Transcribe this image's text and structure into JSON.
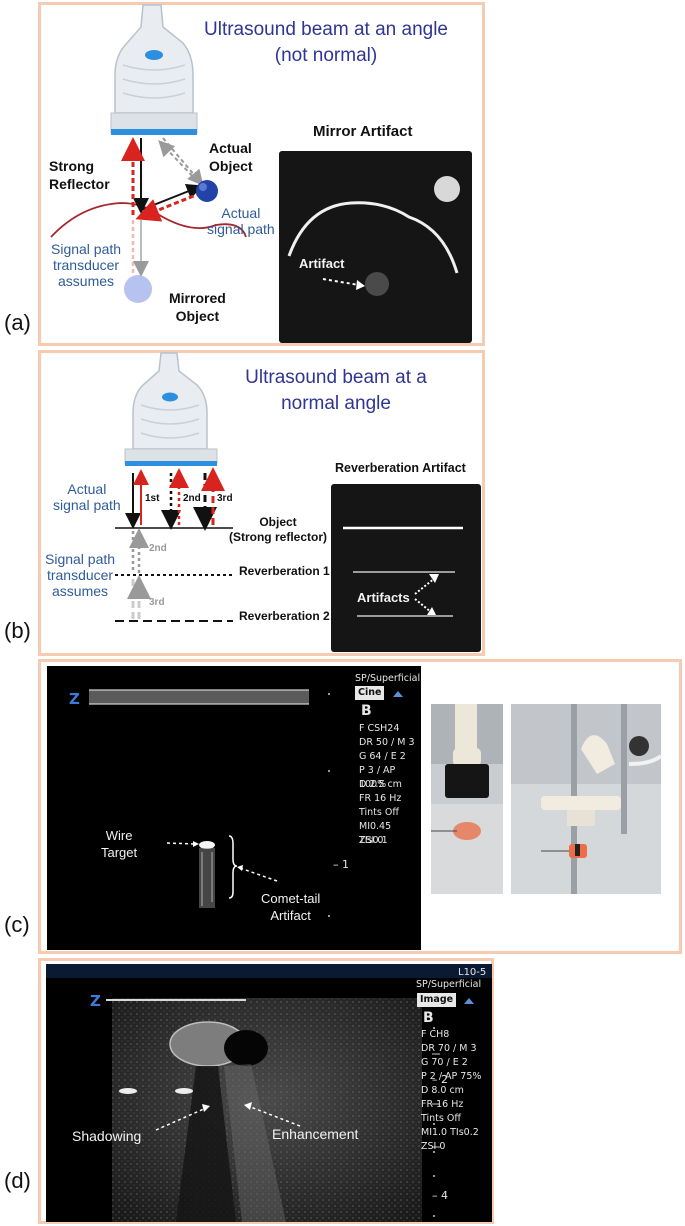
{
  "panel_a": {
    "label": "(a)",
    "title": "Ultrasound beam at an angle\n(not normal)",
    "strong_reflector": "Strong\nReflector",
    "actual_object": "Actual\nObject",
    "actual_signal_path": "Actual\nsignal path",
    "signal_path_assumes": "Signal path\ntransducer\nassumes",
    "mirrored_object": "Mirrored\nObject",
    "mirror_artifact_title": "Mirror Artifact",
    "artifact_label": "Artifact"
  },
  "panel_b": {
    "label": "(b)",
    "title": "Ultrasound beam at a\nnormal angle",
    "actual_signal_path": "Actual\nsignal path",
    "signal_path_assumes": "Signal path\ntransducer\nassumes",
    "pulse_1": "1st",
    "pulse_2": "2nd",
    "pulse_3": "3rd",
    "echo_2nd": "2nd",
    "echo_3rd": "3rd",
    "object_label": "Object\n(Strong reflector)",
    "reverb_1": "Reverberation 1",
    "reverb_2": "Reverberation 2",
    "reverb_title": "Reverberation Artifact",
    "artifacts_label": "Artifacts"
  },
  "panel_c": {
    "label": "(c)",
    "wire_target": "Wire\nTarget",
    "comet_tail": "Comet-tail\nArtifact",
    "depth_mark": "– 1",
    "readout": {
      "preset": "SP/Superficial",
      "mode_button": "Cine",
      "b_mode": "B",
      "lines": [
        "F CSH24",
        "DR 50 / M 3",
        "G 64 / E 2",
        "P 3 / AP 100%",
        "D 2.5 cm",
        "FR 16 Hz",
        "Tints Off",
        "MI0.45  TIs0.1",
        "ZSI 0"
      ]
    }
  },
  "panel_d": {
    "label": "(d)",
    "shadowing": "Shadowing",
    "enhancement": "Enhancement",
    "depth_mark_2": "– 2",
    "depth_mark_4": "– 4",
    "readout": {
      "probe": "L10-5",
      "preset": "SP/Superficial",
      "mode_button": "Image",
      "b_mode": "B",
      "lines": [
        "F CH8",
        "DR 70 / M 3",
        "G 70 / E 2",
        "P 2 / AP 75%",
        "D 8.0 cm",
        "FR 16 Hz",
        "Tints Off",
        "MI1.0  TIs0.2",
        "ZSI 0"
      ]
    }
  },
  "colors": {
    "panel_border": "#f6cbb2",
    "title_blue": "#2f3592",
    "label_blue": "#2f5b9a",
    "red_dash": "#d8231f",
    "probe_cap": "#2d8fe0"
  }
}
